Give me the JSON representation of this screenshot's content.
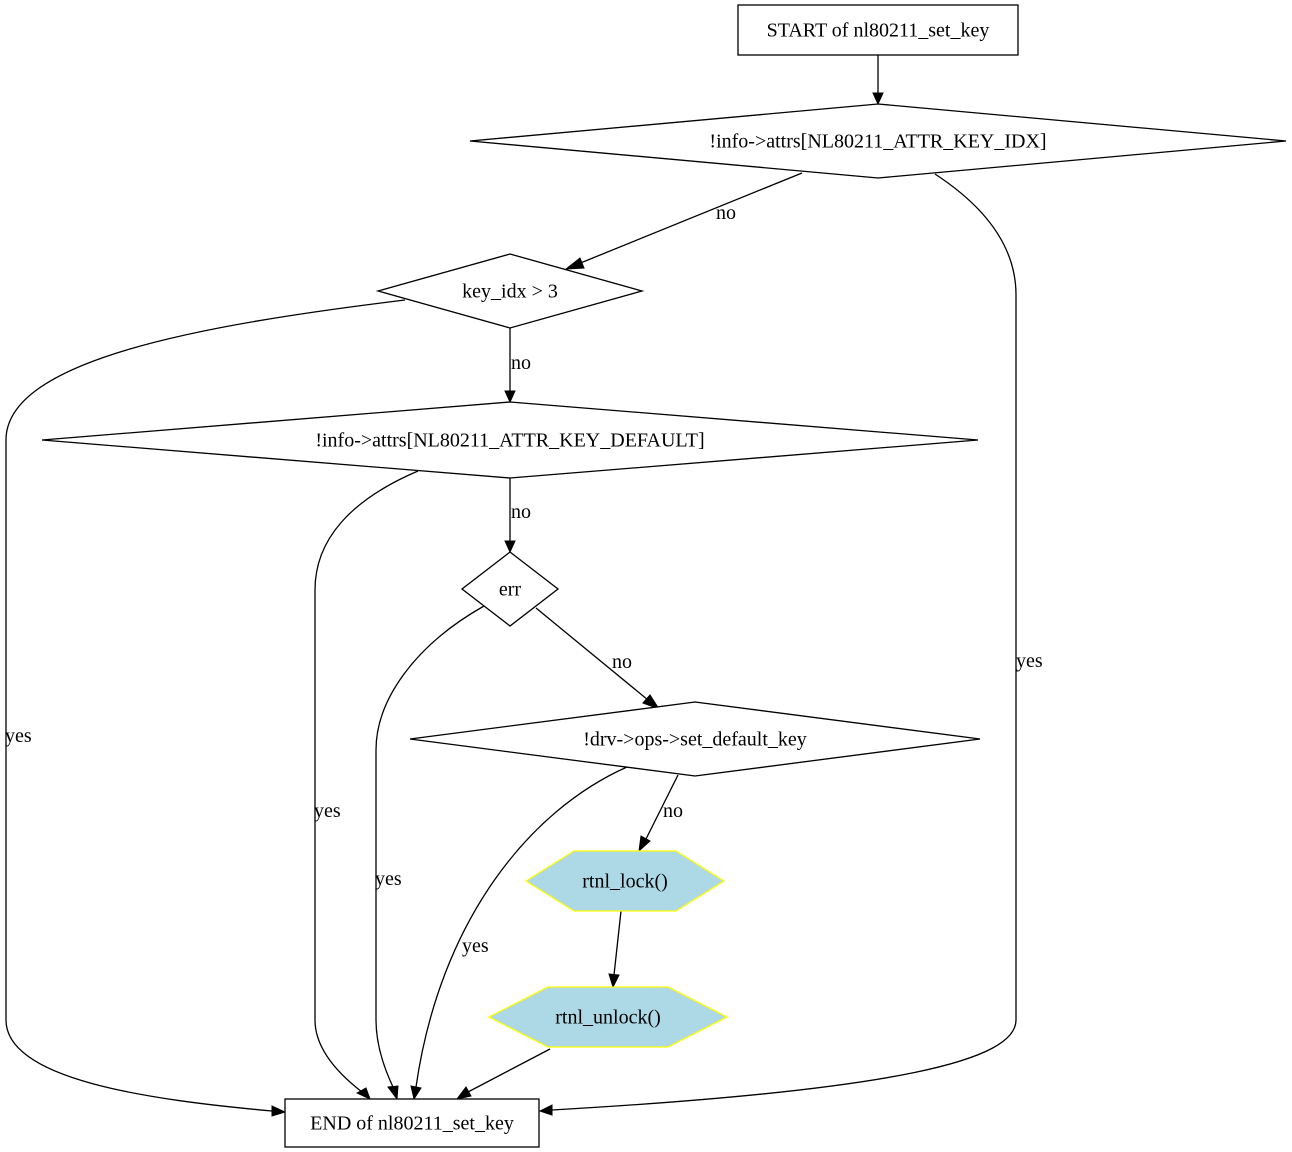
{
  "nodes": {
    "start": "START of nl80211_set_key",
    "cond_key_idx_attr": "!info->attrs[NL80211_ATTR_KEY_IDX]",
    "cond_key_idx_gt": "key_idx > 3",
    "cond_key_default": "!info->attrs[NL80211_ATTR_KEY_DEFAULT]",
    "cond_err": "err",
    "cond_set_default_key": "!drv->ops->set_default_key",
    "rtnl_lock": "rtnl_lock()",
    "rtnl_unlock": "rtnl_unlock()",
    "end": "END of nl80211_set_key"
  },
  "edges": {
    "e1_no": "no",
    "e1_yes": "yes",
    "e2_no": "no",
    "e2_yes": "yes",
    "e3_no": "no",
    "e3_yes": "yes",
    "e4_no": "no",
    "e4_yes": "yes",
    "e5_no": "no",
    "e5_yes": "yes"
  },
  "colors": {
    "hex_fill": "#add8e6",
    "hex_stroke": "#ffff00"
  }
}
